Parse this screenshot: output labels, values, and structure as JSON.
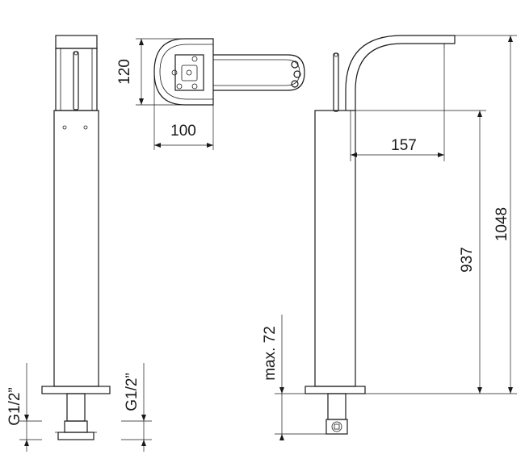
{
  "dimensions": {
    "plan_depth": "120",
    "plan_width": "100",
    "spout_reach": "157",
    "body_height": "937",
    "total_height": "1048",
    "max_thickness": "max. 72",
    "thread_left": "G1/2”",
    "thread_right": "G1/2”"
  }
}
